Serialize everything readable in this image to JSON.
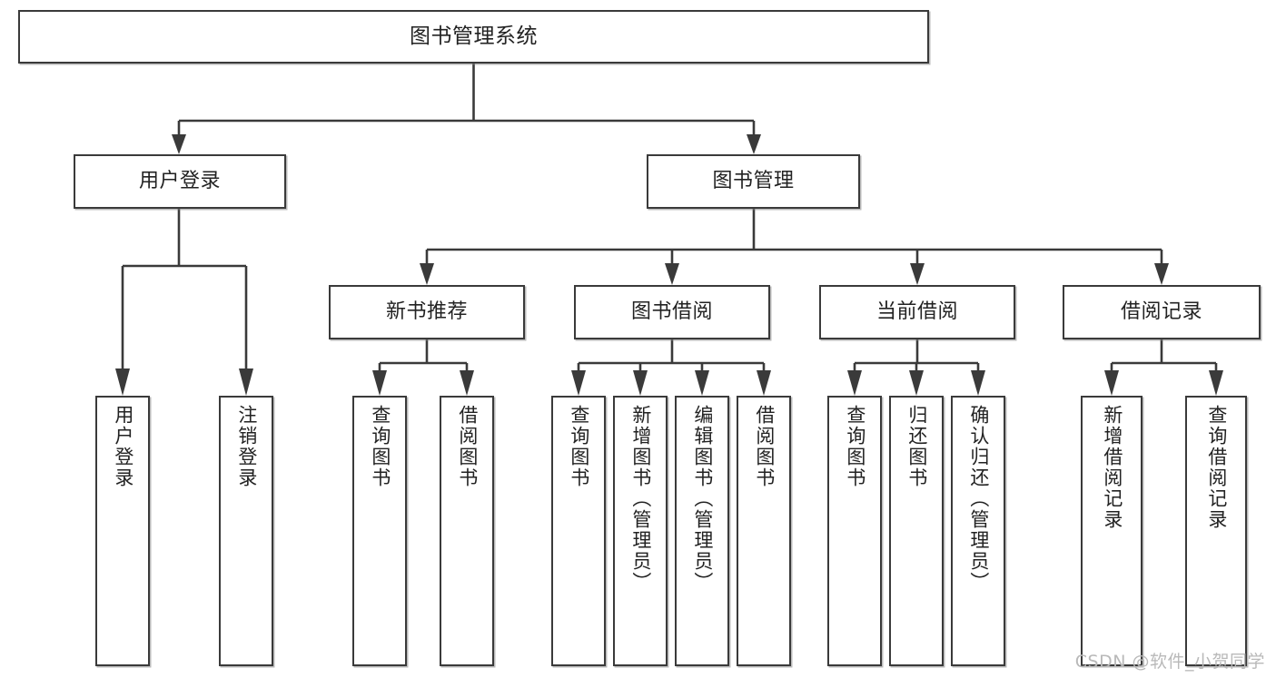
{
  "diagram": {
    "title": "图书管理系统",
    "watermark": "CSDN @软件_小贺同学",
    "stroke_color": "#3a3a3a",
    "text_color": "#222222",
    "background_color": "#ffffff",
    "nodes": {
      "root": {
        "label": "图书管理系统"
      },
      "level2": [
        {
          "id": "user-login",
          "label": "用户登录"
        },
        {
          "id": "book-management",
          "label": "图书管理"
        }
      ],
      "level3": [
        {
          "id": "new-book-recommend",
          "label": "新书推荐"
        },
        {
          "id": "book-borrow",
          "label": "图书借阅"
        },
        {
          "id": "current-borrow",
          "label": "当前借阅"
        },
        {
          "id": "borrow-record",
          "label": "借阅记录"
        }
      ],
      "leaves": {
        "user-login": [
          {
            "id": "leaf-user-login",
            "label": "用户登录"
          },
          {
            "id": "leaf-user-logout",
            "label": "注销登录"
          }
        ],
        "new-book-recommend": [
          {
            "id": "leaf-query-book-1",
            "label": "查询图书"
          },
          {
            "id": "leaf-borrow-book-1",
            "label": "借阅图书"
          }
        ],
        "book-borrow": [
          {
            "id": "leaf-query-book-2",
            "label": "查询图书"
          },
          {
            "id": "leaf-add-book",
            "label": "新增图书（管理员）"
          },
          {
            "id": "leaf-edit-book",
            "label": "编辑图书（管理员）"
          },
          {
            "id": "leaf-borrow-book-2",
            "label": "借阅图书"
          }
        ],
        "current-borrow": [
          {
            "id": "leaf-query-book-3",
            "label": "查询图书"
          },
          {
            "id": "leaf-return-book",
            "label": "归还图书"
          },
          {
            "id": "leaf-confirm-return",
            "label": "确认归还（管理员）"
          }
        ],
        "borrow-record": [
          {
            "id": "leaf-add-record",
            "label": "新增借阅记录"
          },
          {
            "id": "leaf-query-record",
            "label": "查询借阅记录"
          }
        ]
      }
    }
  }
}
